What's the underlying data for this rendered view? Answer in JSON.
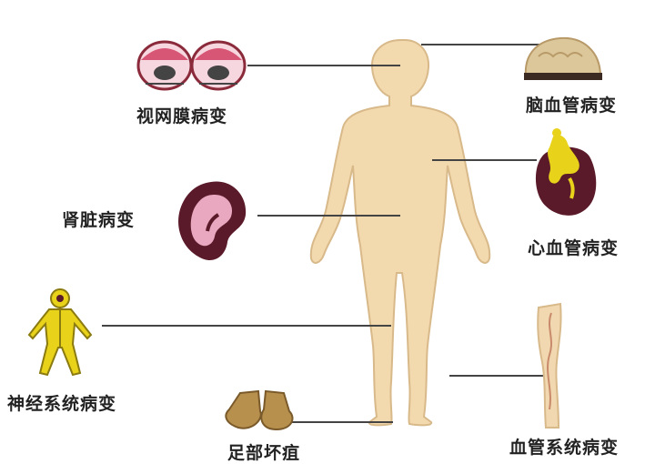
{
  "colors": {
    "skin": "#f3d9ae",
    "skin_outline": "#d8b98a",
    "leader_line": "#444444",
    "organ_dark": "#5a1a2a",
    "organ_yellow": "#e8d21a",
    "foot_tan": "#b8904e"
  },
  "labels": {
    "retina": "视网膜病变",
    "cerebrovascular": "脑血管病变",
    "cardiovascular": "心血管病变",
    "kidney": "肾脏病变",
    "nerve": "神经系统病变",
    "foot": "足部坏疽",
    "vascular": "血管系统病变"
  },
  "icons": {
    "retina": "eyes-icon",
    "brain": "brain-icon",
    "heart": "heart-icon",
    "kidney": "kidney-icon",
    "nerve": "nervous-system-icon",
    "foot": "feet-icon",
    "leg": "leg-vessel-icon"
  }
}
